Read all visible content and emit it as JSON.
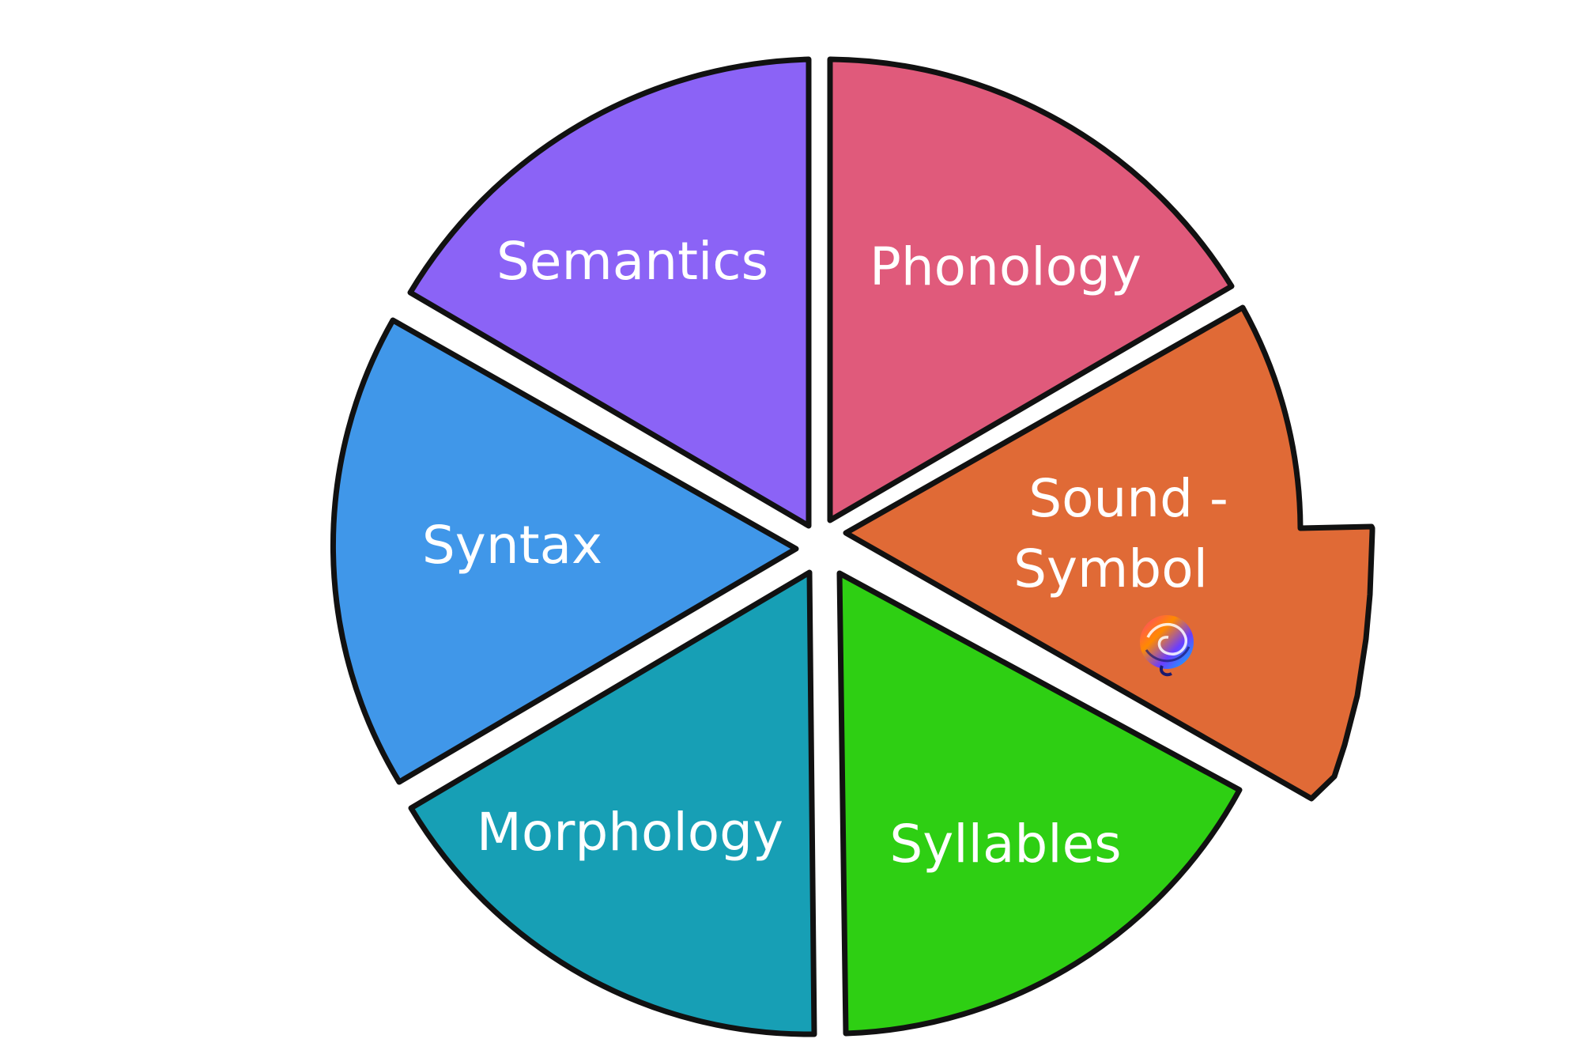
{
  "diagram": {
    "segments": [
      {
        "id": "semantics",
        "lines": [
          "Semantics"
        ],
        "color": "#8B63F6"
      },
      {
        "id": "phonology",
        "lines": [
          "Phonology"
        ],
        "color": "#E05A7B"
      },
      {
        "id": "sound-symbol",
        "lines": [
          "Sound -",
          "Symbol"
        ],
        "color": "#E06A36"
      },
      {
        "id": "syllables",
        "lines": [
          "Syllables"
        ],
        "color": "#2ECF13"
      },
      {
        "id": "morphology",
        "lines": [
          "Morphology"
        ],
        "color": "#179FB5"
      },
      {
        "id": "syntax",
        "lines": [
          "Syntax"
        ],
        "color": "#4097E9"
      }
    ],
    "logo_icon": "swirl-brain-logo-icon",
    "outline_color": "#111111",
    "text_color": "#ffffff"
  }
}
